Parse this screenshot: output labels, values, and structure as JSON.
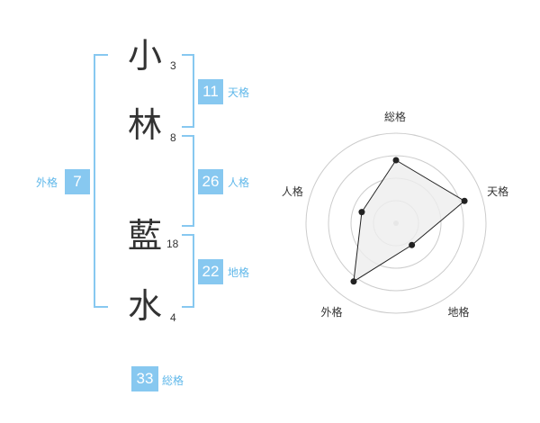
{
  "name": {
    "characters": [
      {
        "char": "小",
        "strokes": "3"
      },
      {
        "char": "林",
        "strokes": "8"
      },
      {
        "char": "藍",
        "strokes": "18"
      },
      {
        "char": "水",
        "strokes": "4"
      }
    ]
  },
  "fortunes": {
    "tenkaku": {
      "value": "11",
      "label": "天格"
    },
    "jinkaku": {
      "value": "26",
      "label": "人格"
    },
    "chikaku": {
      "value": "22",
      "label": "地格"
    },
    "gaikaku": {
      "value": "7",
      "label": "外格"
    },
    "soukaku": {
      "value": "33",
      "label": "総格"
    }
  },
  "colors": {
    "accent": "#87c8f0",
    "label": "#60b8ea",
    "text": "#333333",
    "grid": "#cccccc",
    "fill": "#eeeeee"
  },
  "chart_data": {
    "type": "radar",
    "axes": [
      "総格",
      "天格",
      "地格",
      "外格",
      "人格"
    ],
    "values": [
      0.7,
      0.8,
      0.3,
      0.8,
      0.4
    ],
    "rmax": 1,
    "rings": 4
  }
}
